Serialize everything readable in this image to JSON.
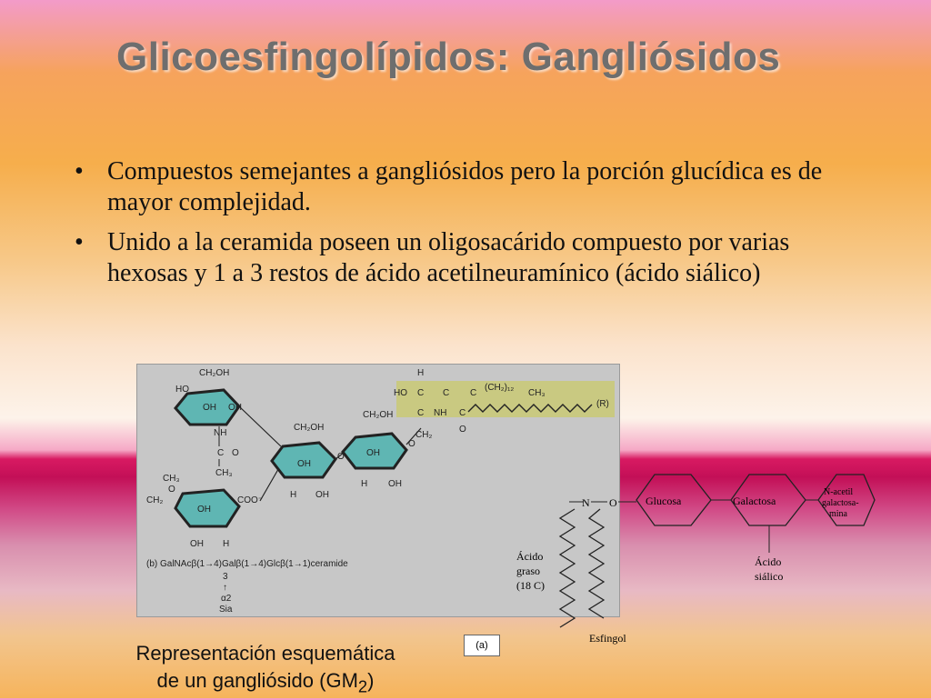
{
  "slide": {
    "title": "Glicoesfingolípidos:  Gangliósidos",
    "bullets": [
      "Compuestos semejantes a gangliósidos pero la porción glucídica es de mayor complejidad.",
      "Unido a la ceramida poseen un oligosacárido compuesto por varias hexosas y 1 a 3 restos de ácido acetilneuramínico (ácido siálico)"
    ],
    "bullet_char": "•"
  },
  "structure_panel": {
    "groups": {
      "ch2oh": "CH₂OH",
      "oh": "OH",
      "h": "H",
      "ho": "HO",
      "nh": "NH",
      "c": "C",
      "o": "O",
      "ch3": "CH₃",
      "coo": "COO⁻",
      "ch2": "CH₂",
      "ch_chain": "(CH₂)₁₂",
      "r": "(R)"
    },
    "formula": "(b) GalNAcβ(1→4)Galβ(1→4)Glcβ(1→1)ceramide",
    "branch": [
      "3",
      "↑",
      "α2",
      "Sia"
    ]
  },
  "schematic": {
    "n_label": "N",
    "o_label": "O",
    "glucosa": "Glucosa",
    "galactosa": "Galactosa",
    "nacetil": [
      "N-acetil",
      "galactosa-",
      "mina"
    ],
    "sialico": [
      "Ácido",
      "siálico"
    ],
    "graso": [
      "Ácido",
      "graso",
      "(18 C)"
    ],
    "esfingol": "Esfingol"
  },
  "caption": {
    "line1": "Representación esquemática",
    "line2_prefix": "de un gangliósido (GM",
    "line2_sub": "2",
    "line2_suffix": ")"
  },
  "panel_tag": "(a)",
  "colors": {
    "title": "#6e6e6e",
    "ring_fill": "#5fb6b3",
    "ceramide_highlight": "#c9c96a",
    "panel_bg": "#c7c7c7"
  }
}
